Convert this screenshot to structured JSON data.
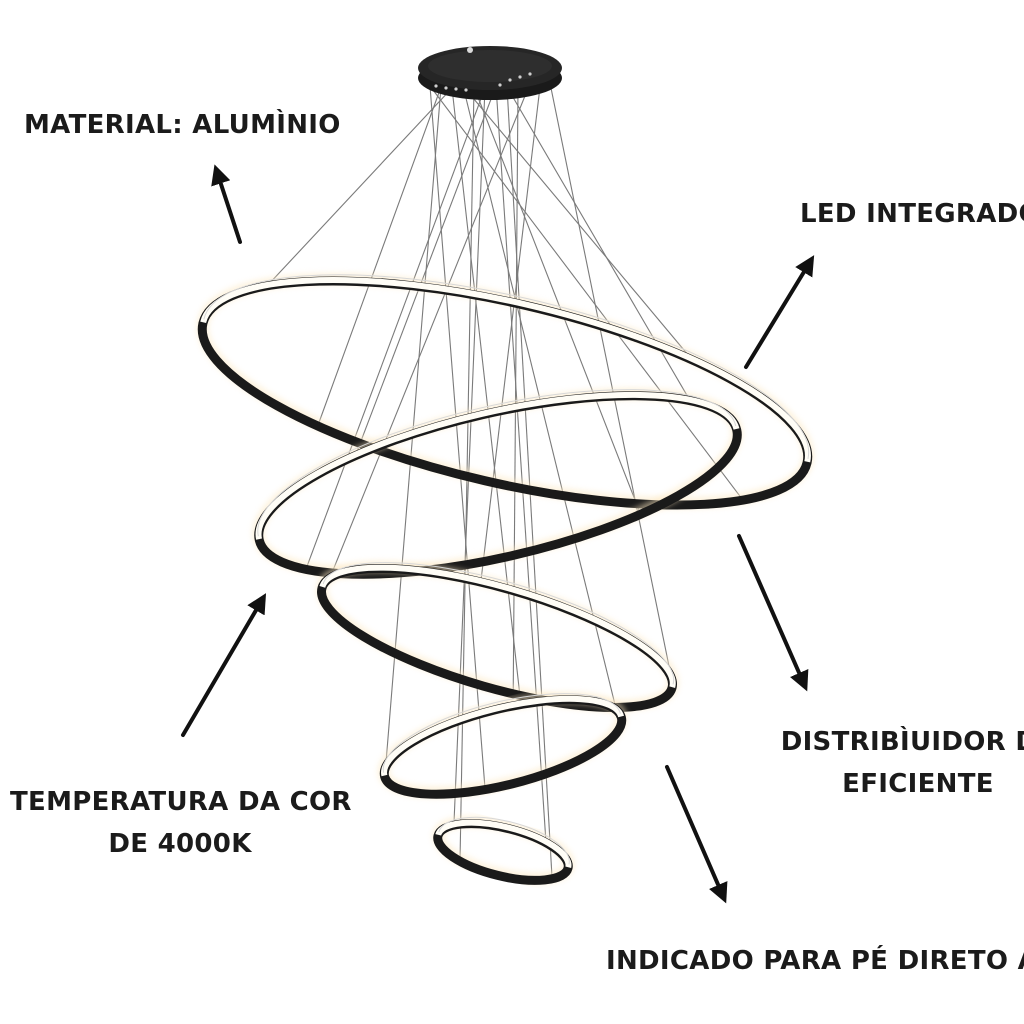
{
  "labels": {
    "material": "MATERIAL: ALUMÌNIO",
    "led": "LED INTEGRADO",
    "temperature_line1": "TEMPERATURA DA COR",
    "temperature_line2": "DE 4000K",
    "distribution_line1": "DISTRIBÌUIDOR DE",
    "distribution_line2": "EFICIENTE",
    "ceiling": "INDICADO PARA PÉ DIRETO A"
  },
  "product": {
    "rings": 5,
    "frame_color": "#1a1a1a",
    "light_color": "#fffdf6",
    "glow_color": "#fde9c4",
    "wire_color": "#7a7a7a"
  }
}
